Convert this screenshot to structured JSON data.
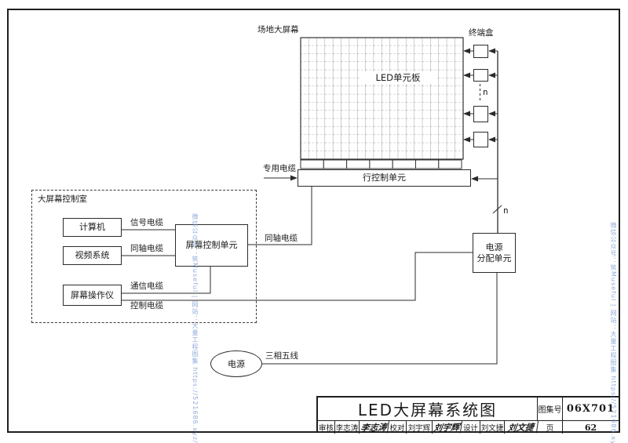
{
  "watermark": {
    "text": "微信公众号：筑Museful | 网站：大量工程图集 https://521686.xyz/",
    "color": "#7e9ed2"
  },
  "diagram": {
    "screen_label": "场地大屏幕",
    "led_panel_label": "LED单元板",
    "terminal_box_label": "终端盒",
    "terminal_n": "n",
    "bus_n": "n",
    "row_control_unit": "行控制单元",
    "dedicated_cable": "专用电缆",
    "coaxial_cable_outer": "同轴电缆",
    "three_phase_five_wire": "三相五线",
    "power_source": "电源",
    "power_distribution_line1": "电源",
    "power_distribution_line2": "分配单元",
    "control_room": {
      "title": "大屏幕控制室",
      "computer": "计算机",
      "video_system": "视频系统",
      "screen_operator": "屏幕操作仪",
      "screen_control_unit": "屏幕控制单元",
      "signal_cable": "信号电缆",
      "coaxial_cable": "同轴电缆",
      "comm_cable": "通信电缆",
      "control_cable": "控制电缆"
    }
  },
  "title_block": {
    "title": "LED大屏幕系统图",
    "atlas_no_label": "图集号",
    "atlas_no": "06X701",
    "page_label": "页",
    "page": "62",
    "reviewer_label": "审核",
    "reviewer": "李志涛",
    "reviewer_sig": "李志涛",
    "proofreader_label": "校对",
    "proofreader": "刘宇辉",
    "proofreader_sig": "刘宇辉",
    "designer_label": "设计",
    "designer": "刘文捷",
    "designer_sig": "刘文捷"
  }
}
